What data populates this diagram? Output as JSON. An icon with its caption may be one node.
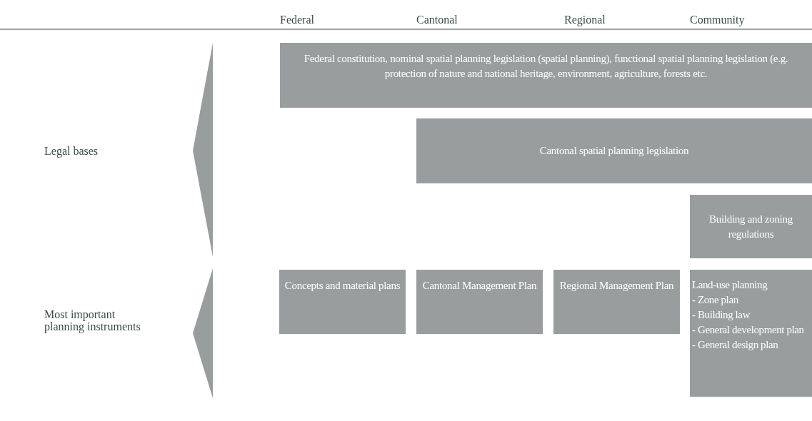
{
  "diagram": {
    "nodes": [
      {
        "text": [
          "Federal constitution, nominal spatial planning legislation (spatial planning), functional spatial planning legislation (e.g. protection of nature and national heritage, environment, agriculture, forests etc."
        ]
      },
      {
        "text": [
          "Cantonal spatial planning legislation"
        ]
      },
      {
        "text": [
          "Building and zoning regulations"
        ]
      },
      {
        "text": [
          "Concepts and material plans"
        ]
      },
      {
        "text": [
          "Cantonal Management Plan"
        ]
      },
      {
        "text": [
          "Regional Management Plan"
        ]
      },
      {
        "text": [
          "Land-use planning",
          "- Zone plan",
          "- Building law",
          "- General development plan",
          "- General design plan"
        ]
      }
    ],
    "edges": [],
    "labels": [
      "Federal",
      "Cantonal",
      "Regional",
      "Community",
      "Legal bases",
      "Most important planning instruments"
    ]
  }
}
